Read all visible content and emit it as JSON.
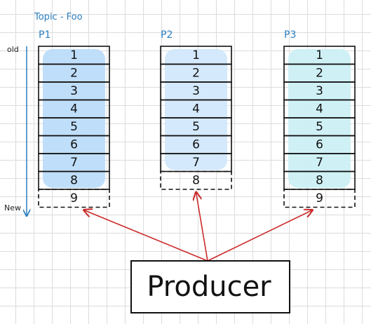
{
  "topic_label": "Topic - Foo",
  "axis": {
    "old_label": "old",
    "new_label": "New"
  },
  "colors": {
    "grid": "#dcdcdc",
    "topic_blue": "#2a7fc0",
    "arrow_red": "#cc2b2b",
    "p1_fill": "#bcdcfa",
    "p2_fill": "#d2e8fb",
    "p3_fill": "#ccf0f6"
  },
  "partitions": [
    {
      "name": "P1",
      "records": [
        "1",
        "2",
        "3",
        "4",
        "5",
        "6",
        "7",
        "8"
      ],
      "pending": [
        "9"
      ]
    },
    {
      "name": "P2",
      "records": [
        "1",
        "2",
        "3",
        "4",
        "5",
        "6",
        "7"
      ],
      "pending": [
        "8"
      ]
    },
    {
      "name": "P3",
      "records": [
        "1",
        "2",
        "3",
        "4",
        "5",
        "6",
        "7",
        "8"
      ],
      "pending": [
        "9"
      ]
    }
  ],
  "producer": {
    "label": "Producer"
  }
}
